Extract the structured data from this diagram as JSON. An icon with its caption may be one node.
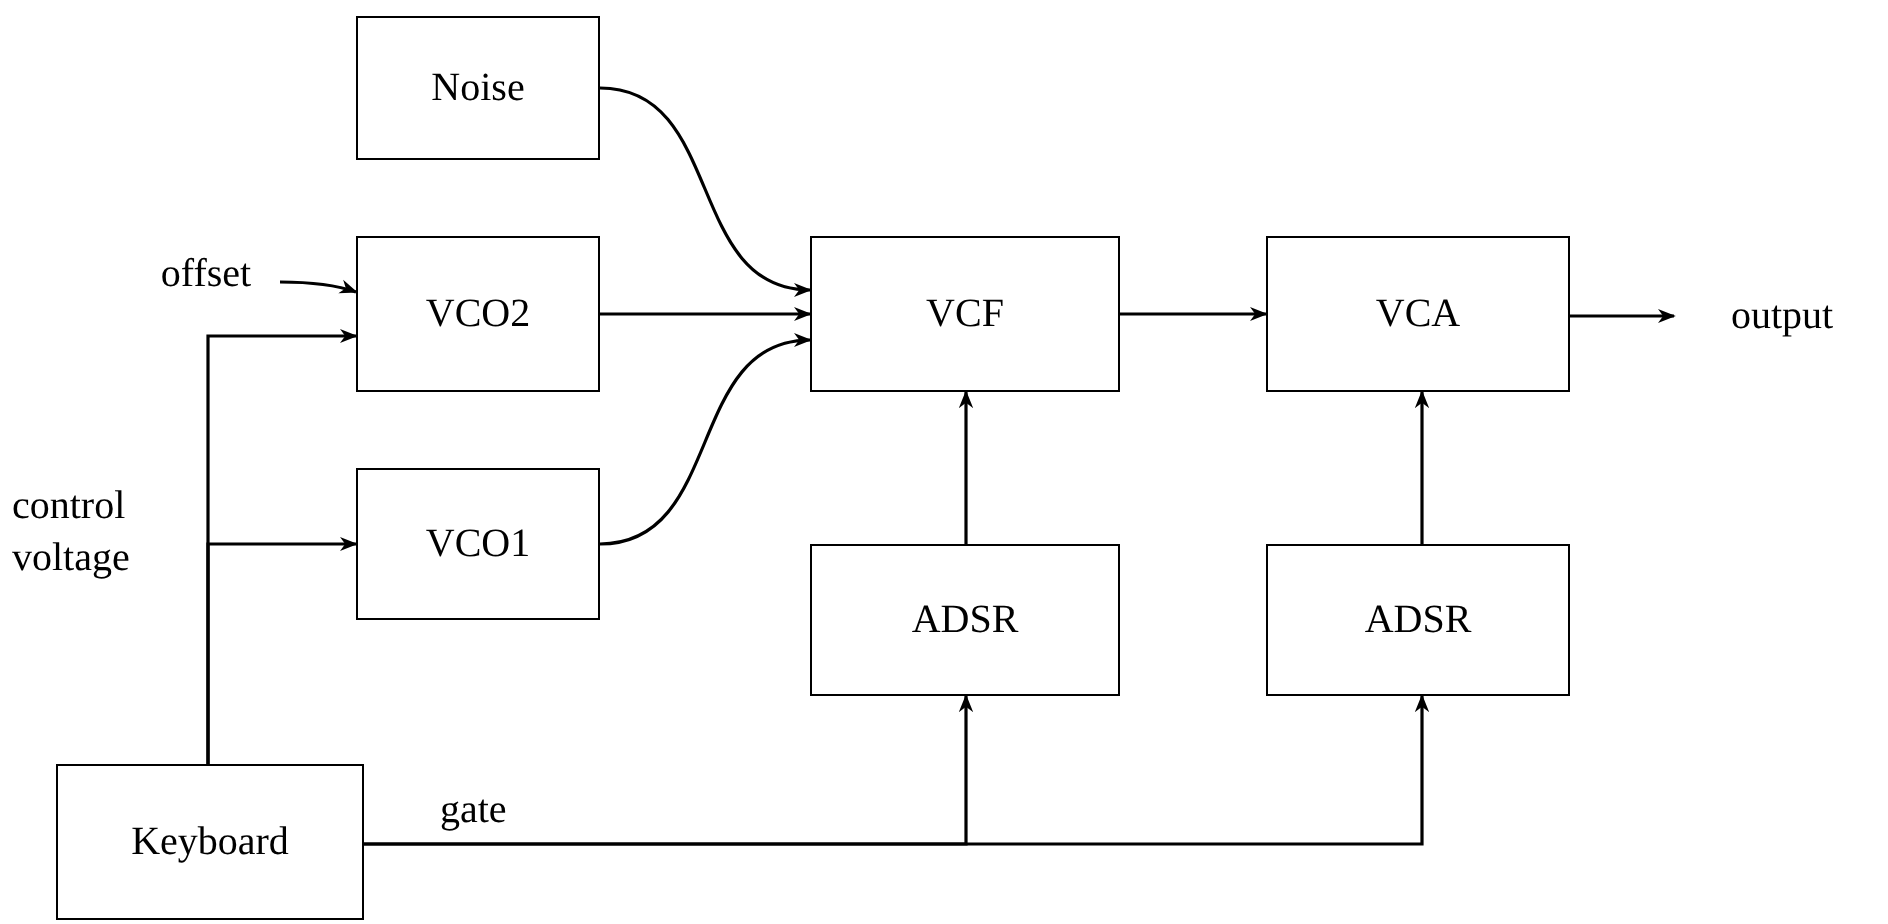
{
  "diagram": {
    "nodes": [
      {
        "text": [
          "Noise"
        ]
      },
      {
        "text": [
          "VCO2"
        ]
      },
      {
        "text": [
          "VCO1"
        ]
      },
      {
        "text": [
          "VCF"
        ]
      },
      {
        "text": [
          "VCA"
        ]
      },
      {
        "text": [
          "ADSR"
        ]
      },
      {
        "text": [
          "ADSR"
        ]
      },
      {
        "text": [
          "Keyboard"
        ]
      },
      {
        "text": [
          "offset"
        ]
      },
      {
        "text": [
          "output"
        ]
      }
    ],
    "edges": [
      {
        "from": 0,
        "to": 3,
        "arrow": "to"
      },
      {
        "from": 1,
        "to": 3,
        "arrow": "to"
      },
      {
        "from": 2,
        "to": 3,
        "arrow": "to"
      },
      {
        "from": 3,
        "to": 4,
        "arrow": "to"
      },
      {
        "from": 4,
        "to": 9,
        "arrow": "to"
      },
      {
        "from": 8,
        "to": 1,
        "arrow": "to"
      },
      {
        "from": 7,
        "to": 1,
        "arrow": "to"
      },
      {
        "from": 7,
        "to": 2,
        "arrow": "to"
      },
      {
        "from": 5,
        "to": 3,
        "arrow": "to"
      },
      {
        "from": 6,
        "to": 4,
        "arrow": "to"
      },
      {
        "from": 7,
        "to": 5,
        "arrow": "to",
        "label": "gate"
      },
      {
        "from": 7,
        "to": 6,
        "arrow": "to"
      }
    ],
    "labels": [
      "control voltage"
    ]
  }
}
